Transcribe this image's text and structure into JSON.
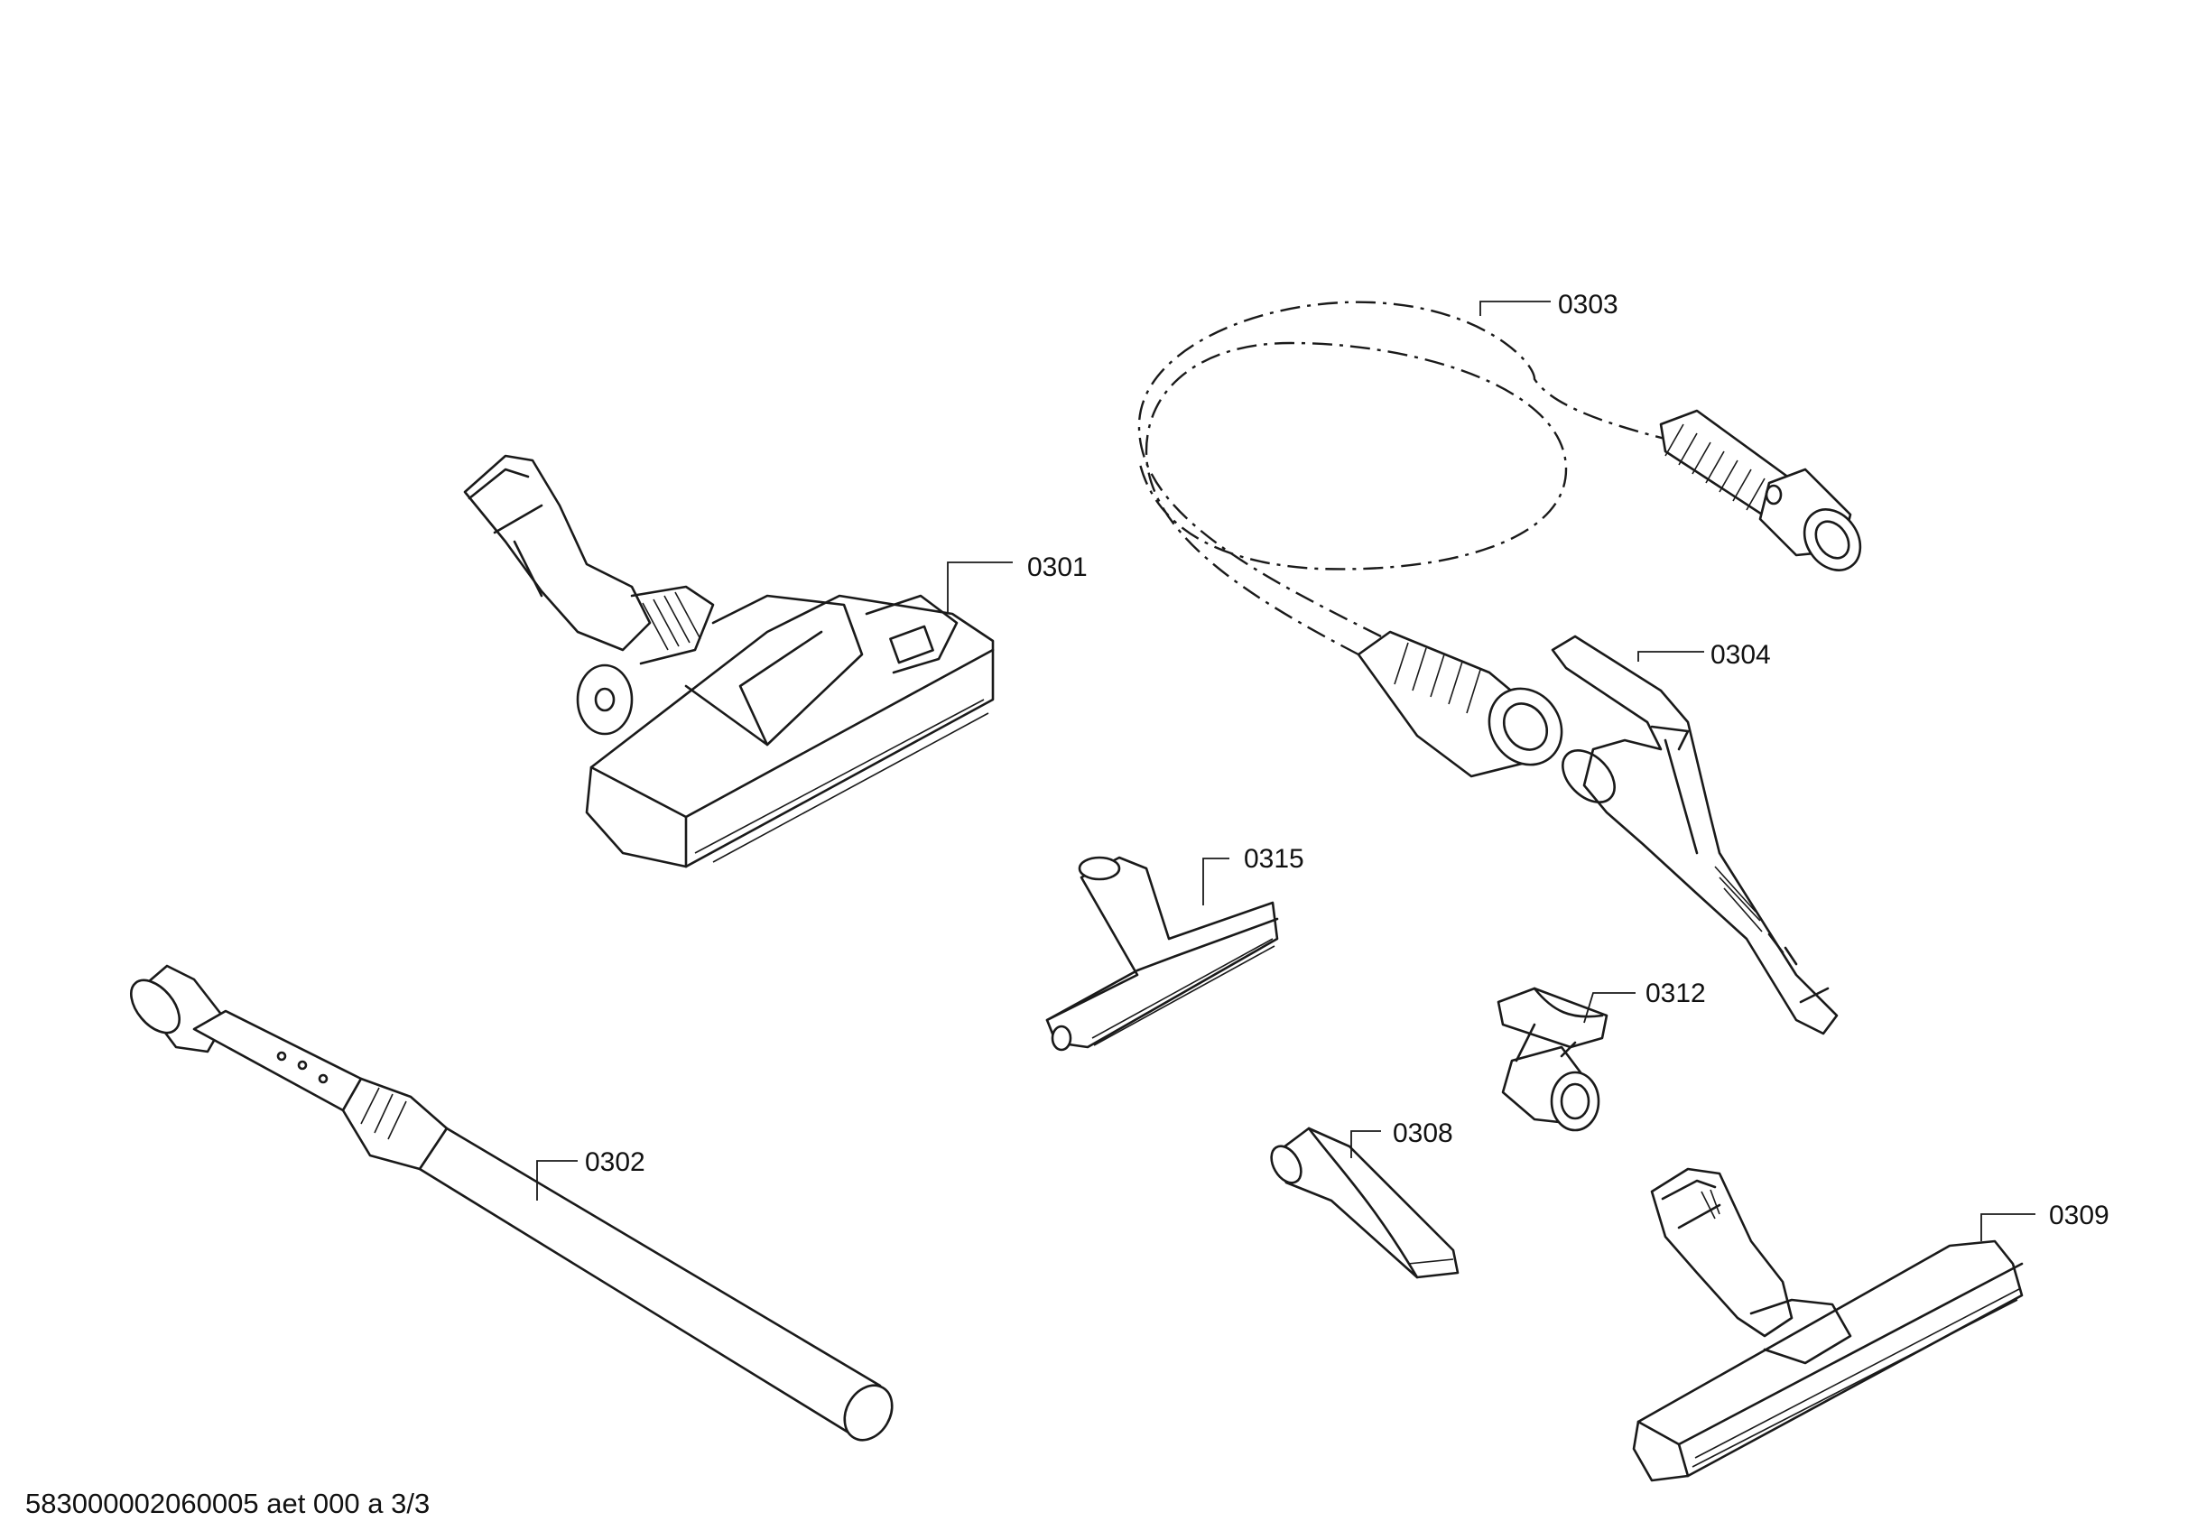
{
  "parts": [
    {
      "id": "carpet-nozzle",
      "label": "0301"
    },
    {
      "id": "extension-tube",
      "label": "0302"
    },
    {
      "id": "suction-hose",
      "label": "0303"
    },
    {
      "id": "hose-handle",
      "label": "0304"
    },
    {
      "id": "crevice-tool",
      "label": "0308"
    },
    {
      "id": "parquet-nozzle",
      "label": "0309"
    },
    {
      "id": "accessory-clip",
      "label": "0312"
    },
    {
      "id": "upholstery-nozzle",
      "label": "0315"
    }
  ],
  "document_id": "583000002060005 aet 000 a 3/3"
}
